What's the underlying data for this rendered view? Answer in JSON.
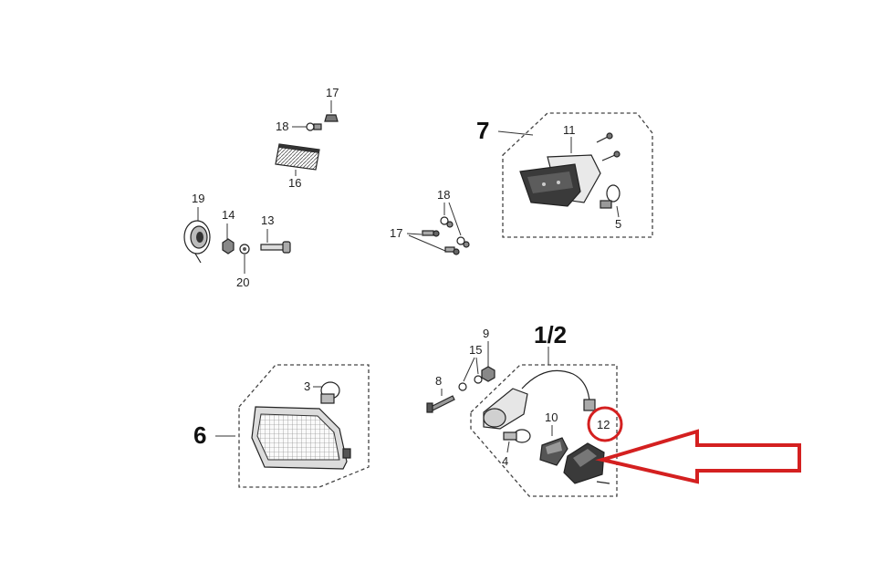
{
  "callouts": {
    "p17a": "17",
    "p18a": "18",
    "p16": "16",
    "p19": "19",
    "p14": "14",
    "p13": "13",
    "p20": "20",
    "p18b": "18",
    "p17b": "17",
    "p7": "7",
    "p11": "11",
    "p5": "5",
    "p12half": "1/2",
    "p9": "9",
    "p15": "15",
    "p8": "8",
    "p10": "10",
    "p12": "12",
    "p4": "4",
    "p3": "3",
    "p6": "6"
  },
  "colors": {
    "highlight": "#d42020",
    "line": "#333333"
  },
  "icons": {
    "arrow": "arrow-left-outline-icon"
  }
}
